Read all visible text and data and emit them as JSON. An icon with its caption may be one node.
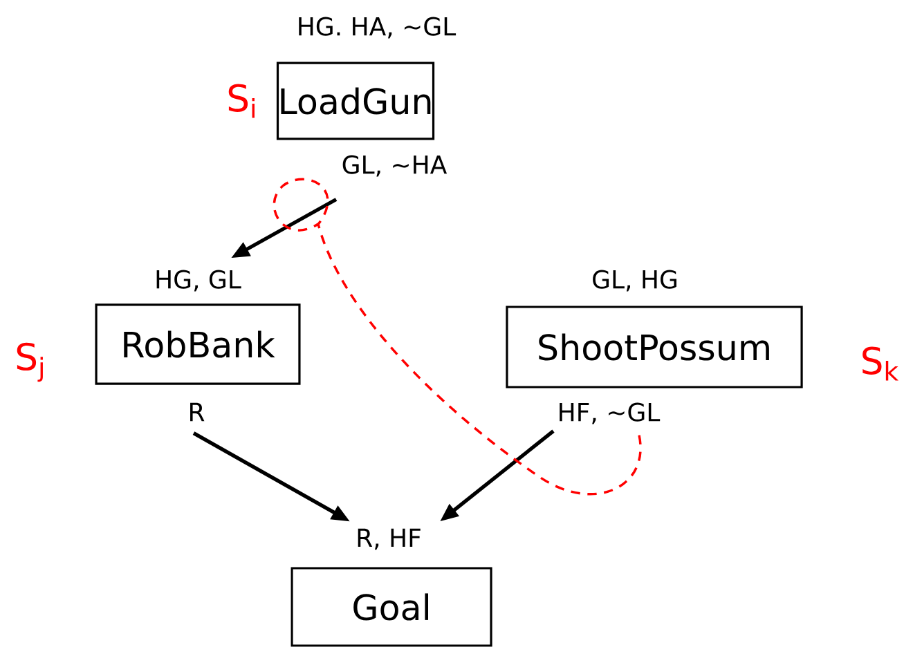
{
  "diagram": {
    "nodes": [
      {
        "text": [
          "LoadGun"
        ],
        "beside": [
          "HG. HA, ~GL",
          "GL, ~HA"
        ]
      },
      {
        "text": [
          "RobBank"
        ],
        "beside": [
          "HG, GL",
          "R"
        ]
      },
      {
        "text": [
          "ShootPossum"
        ],
        "beside": [
          "GL, HG",
          "HF, ~GL"
        ]
      },
      {
        "text": [
          "Goal"
        ],
        "beside": [
          "R, HF"
        ]
      }
    ],
    "edges": [
      {
        "from": 0,
        "to": 1,
        "arrow": "to"
      },
      {
        "from": 1,
        "to": 3,
        "arrow": "to"
      },
      {
        "from": 2,
        "to": 3,
        "arrow": "to"
      },
      {
        "from": 2,
        "to": 0,
        "arrow": "none",
        "style": "dashed",
        "color": "#ff0000"
      }
    ],
    "labels": [
      "S$_{i}$",
      "S$_{j}$",
      "S$_{k}$"
    ]
  }
}
